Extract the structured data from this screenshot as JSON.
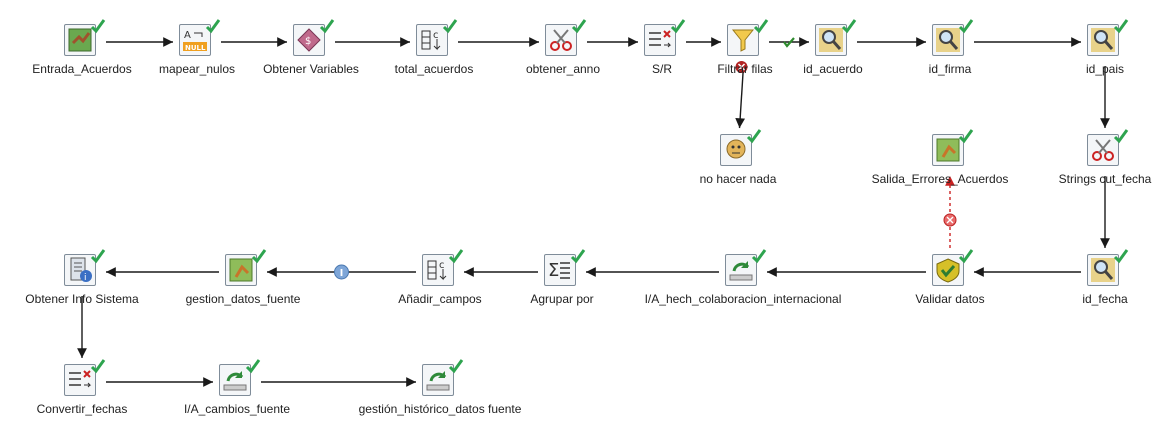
{
  "steps": [
    {
      "id": "entrada",
      "label": "Entrada_Acuerdos",
      "icon": "table-input-icon"
    },
    {
      "id": "mapear",
      "label": "mapear_nulos",
      "icon": "if-null-icon"
    },
    {
      "id": "variables",
      "label": "Obtener Variables",
      "icon": "get-variables-icon"
    },
    {
      "id": "total",
      "label": "total_acuerdos",
      "icon": "add-constants-icon"
    },
    {
      "id": "anno",
      "label": "obtener_anno",
      "icon": "strings-cut-icon"
    },
    {
      "id": "sr",
      "label": "S/R",
      "icon": "replace-string-icon"
    },
    {
      "id": "filtrar",
      "label": "Filtrar filas",
      "icon": "filter-rows-icon"
    },
    {
      "id": "acuerdo",
      "label": "id_acuerdo",
      "icon": "lookup-icon"
    },
    {
      "id": "firma",
      "label": "id_firma",
      "icon": "lookup-icon"
    },
    {
      "id": "pais",
      "label": "id_pais",
      "icon": "lookup-icon"
    },
    {
      "id": "nada",
      "label": "no hacer nada",
      "icon": "dummy-icon"
    },
    {
      "id": "salida",
      "label": "Salida_Errores_Acuerdos",
      "icon": "table-output-icon"
    },
    {
      "id": "strings",
      "label": "Strings cut_fecha",
      "icon": "strings-cut-icon"
    },
    {
      "id": "infosis",
      "label": "Obtener Info Sistema",
      "icon": "system-info-icon"
    },
    {
      "id": "gestion",
      "label": "gestion_datos_fuente",
      "icon": "table-output-icon"
    },
    {
      "id": "anadir",
      "label": "Añadir_campos",
      "icon": "add-constants-icon"
    },
    {
      "id": "agrupar",
      "label": "Agrupar por",
      "icon": "group-by-icon"
    },
    {
      "id": "hech",
      "label": "I/A_hech_colaboracion_internacional",
      "icon": "insert-update-icon"
    },
    {
      "id": "validar",
      "label": "Validar datos",
      "icon": "validator-icon"
    },
    {
      "id": "fecha",
      "label": "id_fecha",
      "icon": "lookup-icon"
    },
    {
      "id": "convertir",
      "label": "Convertir_fechas",
      "icon": "replace-string-icon"
    },
    {
      "id": "cambios",
      "label": "I/A_cambios_fuente",
      "icon": "insert-update-icon"
    },
    {
      "id": "historico",
      "label": "gestión_histórico_datos fuente",
      "icon": "insert-update-icon"
    }
  ],
  "hops": [
    {
      "from": "entrada",
      "to": "mapear",
      "type": "normal"
    },
    {
      "from": "mapear",
      "to": "variables",
      "type": "normal"
    },
    {
      "from": "variables",
      "to": "total",
      "type": "normal"
    },
    {
      "from": "total",
      "to": "anno",
      "type": "normal"
    },
    {
      "from": "anno",
      "to": "sr",
      "type": "normal"
    },
    {
      "from": "sr",
      "to": "filtrar",
      "type": "normal"
    },
    {
      "from": "filtrar",
      "to": "acuerdo",
      "type": "true"
    },
    {
      "from": "filtrar",
      "to": "nada",
      "type": "false"
    },
    {
      "from": "acuerdo",
      "to": "firma",
      "type": "normal"
    },
    {
      "from": "firma",
      "to": "pais",
      "type": "normal"
    },
    {
      "from": "pais",
      "to": "strings",
      "type": "normal"
    },
    {
      "from": "strings",
      "to": "fecha",
      "type": "normal"
    },
    {
      "from": "fecha",
      "to": "validar",
      "type": "normal"
    },
    {
      "from": "validar",
      "to": "salida",
      "type": "error"
    },
    {
      "from": "validar",
      "to": "hech",
      "type": "normal"
    },
    {
      "from": "hech",
      "to": "agrupar",
      "type": "normal"
    },
    {
      "from": "agrupar",
      "to": "anadir",
      "type": "normal"
    },
    {
      "from": "anadir",
      "to": "gestion",
      "type": "info"
    },
    {
      "from": "gestion",
      "to": "infosis",
      "type": "normal"
    },
    {
      "from": "infosis",
      "to": "convertir",
      "type": "normal"
    },
    {
      "from": "convertir",
      "to": "cambios",
      "type": "normal"
    },
    {
      "from": "cambios",
      "to": "historico",
      "type": "normal"
    }
  ],
  "colors": {
    "hop": "#1a1a1a",
    "true_hop": "#2e8b2e",
    "false_hop": "#b22222",
    "error_hop": "#cc2222",
    "check": "#2ea44f",
    "info_badge": "#7ea6d8"
  }
}
